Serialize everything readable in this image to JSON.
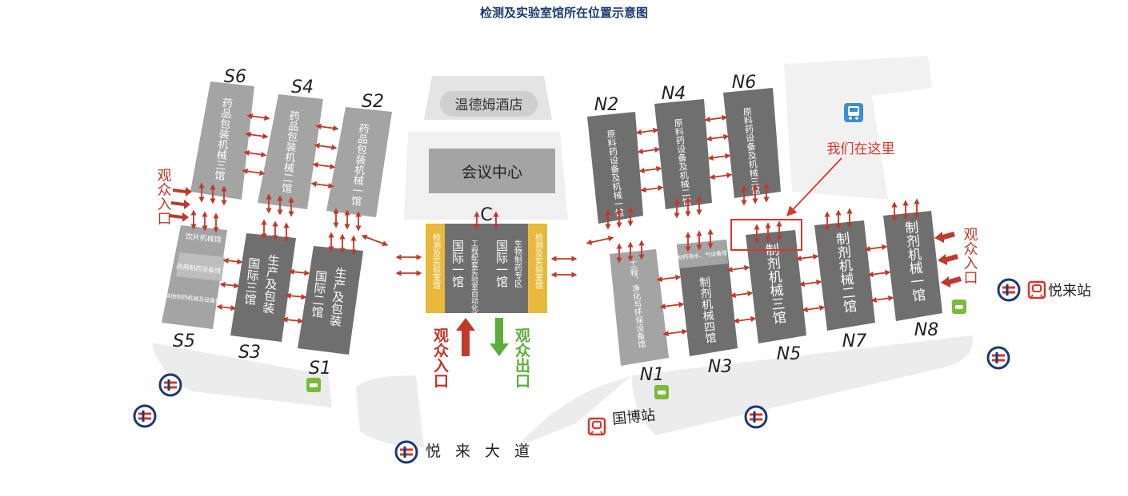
{
  "title": "检测及实验室馆所在位置示意图",
  "landmarks": {
    "hotel": "温德姆酒店",
    "conference": "会议中心",
    "road": "悦来大道",
    "you_are_here": "我们在这里",
    "station_east": "悦来站",
    "station_south": "国博站"
  },
  "halls": {
    "S6": {
      "code": "S6",
      "name": "药品包装机械三馆"
    },
    "S4": {
      "code": "S4",
      "name": "药品包装机械二馆"
    },
    "S2": {
      "code": "S2",
      "name": "药品包装机械一馆"
    },
    "S5": {
      "code": "S5",
      "sections": [
        "饮片机械馆",
        "药用制药设备馆",
        "其他制药机械及设备馆"
      ]
    },
    "S3": {
      "code": "S3",
      "name_a": "国际三馆",
      "name_b": "生产及包装"
    },
    "S1": {
      "code": "S1",
      "name_a": "国际二馆",
      "name_b": "生产及包装"
    },
    "C": {
      "code": "C",
      "side_left": "检测及实验室馆",
      "side_right": "检测及实验室馆",
      "col1": "国际一馆",
      "col2": "工程配套实验室自动化净化",
      "col3": "国际一馆",
      "col4": "生物制药专区"
    },
    "N2": {
      "code": "N2",
      "name": "原料药设备及机械一馆"
    },
    "N4": {
      "code": "N4",
      "name": "原料药设备及机械二馆"
    },
    "N6": {
      "code": "N6",
      "name": "原料药设备及机械三馆"
    },
    "N1": {
      "code": "N1",
      "name": "工程、净化与环保设备馆"
    },
    "N3": {
      "code": "N3",
      "top": "制药用水、气设备馆",
      "name": "制剂机械四馆"
    },
    "N5": {
      "code": "N5",
      "name": "制剂机械三馆"
    },
    "N7": {
      "code": "N7",
      "name": "制剂机械二馆"
    },
    "N8": {
      "code": "N8",
      "name": "制剂机械一馆"
    }
  },
  "entrances": {
    "audience_entry": "观众入口",
    "audience_exit": "观众出口"
  },
  "icons": [
    "metro-icon",
    "parking-icon",
    "bus-icon",
    "train-station-icon",
    "arrow-icon"
  ],
  "colors": {
    "title": "#1b3a75",
    "hall_dark": "#6f6f6f",
    "hall_light": "#a4a4a4",
    "inspection_lab": "#e8b93c",
    "entry_red": "#c0392b",
    "exit_green": "#5cae3a",
    "highlight": "#d7372d",
    "metro_blue": "#1b3a75",
    "parking_green": "#7cba3c"
  }
}
